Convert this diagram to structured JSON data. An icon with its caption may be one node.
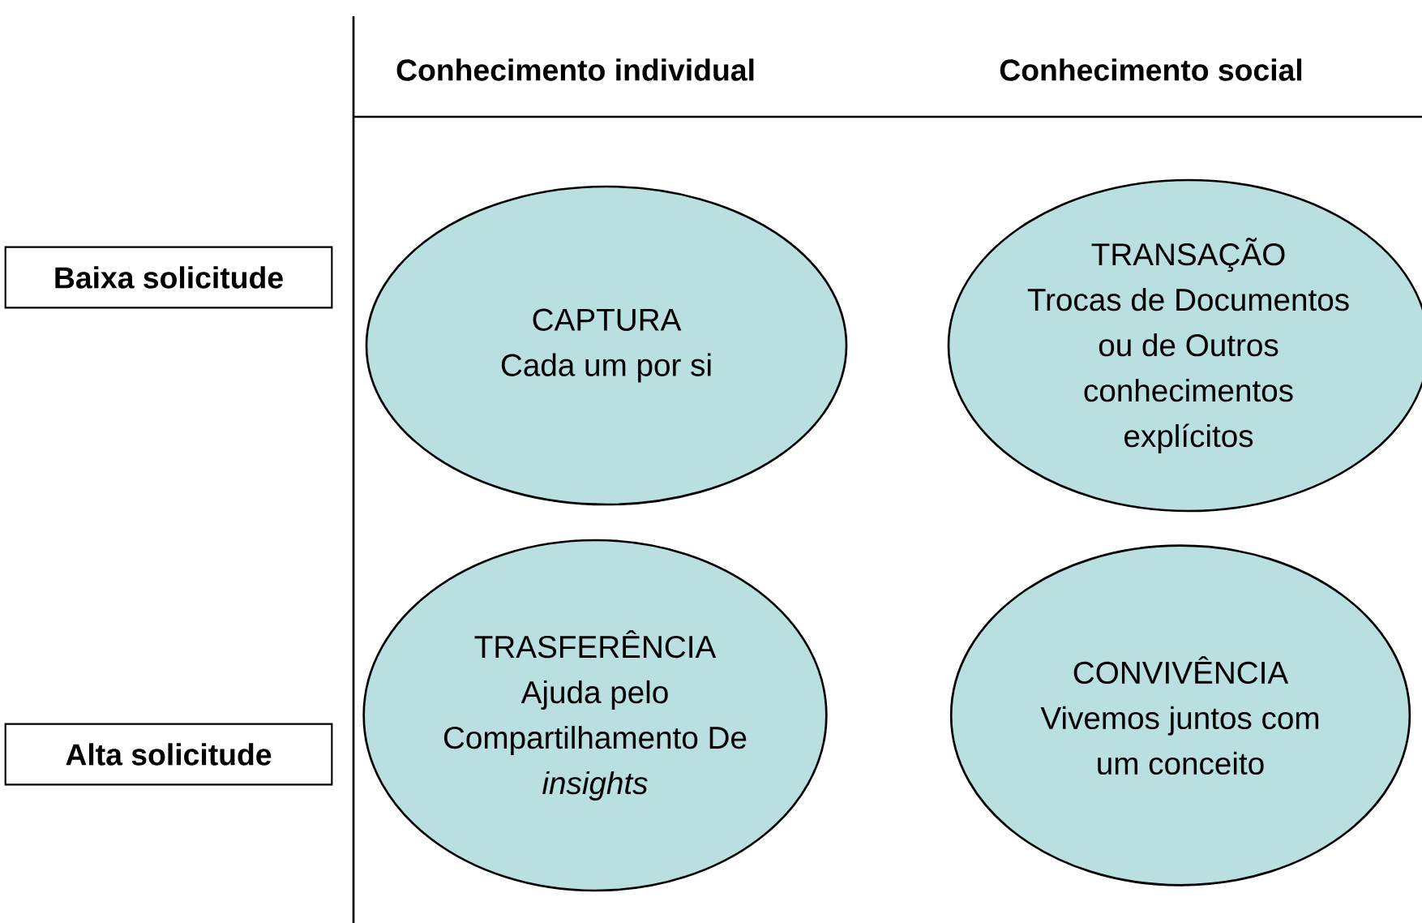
{
  "diagram": {
    "nodes": [
      {
        "text": [
          "Baixa solicitude"
        ]
      },
      {
        "text": [
          "Alta solicitude"
        ]
      },
      {
        "text": [
          "CAPTURA",
          "Cada um por si"
        ]
      },
      {
        "text": [
          "TRANSAÇÃO",
          "Trocas de Documentos ou de Outros conhecimentos explícitos"
        ]
      },
      {
        "text": [
          "TRASFERÊNCIA",
          "Ajuda pelo Compartilhamento De *insights*"
        ]
      },
      {
        "text": [
          "CONVIVÊNCIA",
          "Vivemos juntos com um conceito"
        ]
      }
    ],
    "labels": [
      "Conhecimento individual",
      "Conhecimento social"
    ]
  }
}
